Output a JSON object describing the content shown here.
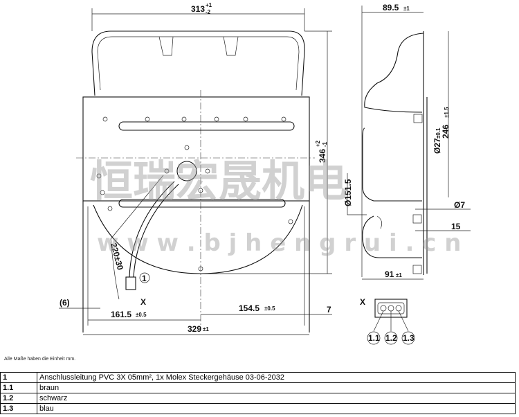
{
  "front_view": {
    "dim_width_top": "313",
    "dim_width_top_tol_upper": "+1",
    "dim_width_top_tol_lower": "-2",
    "dim_height": "346",
    "dim_height_tol_upper": "+2",
    "dim_height_tol_lower": "-1",
    "dim_cable_length": "220±30",
    "dim_left_offset": "(6)",
    "dim_left_half": "161.5",
    "dim_left_half_tol": "±0.5",
    "dim_right_half": "154.5",
    "dim_right_half_tol": "±0.5",
    "dim_right_offset": "7",
    "dim_total_width": "329",
    "dim_total_width_tol": "±1",
    "callout_cable": "1",
    "view_marker": "X"
  },
  "side_view": {
    "dim_depth_top": "89.5",
    "dim_depth_top_tol": "±1",
    "dim_height": "246",
    "dim_height_tol": "±1.5",
    "dim_hole": "Ø27",
    "dim_hole_tol": "±0.1",
    "dim_diameter": "Ø151.5",
    "dim_pin": "Ø7",
    "dim_pin_offset": "15",
    "dim_depth_bottom": "91",
    "dim_depth_bottom_tol": "±1"
  },
  "connector_view": {
    "label": "X",
    "pins": [
      "1.1",
      "1.2",
      "1.3"
    ]
  },
  "watermark": {
    "company": "恒瑞宏晟机电",
    "url": "w w w . b j h e n g r u i . c n"
  },
  "note": "Alle Maße haben die Einheit mm.",
  "parts_table": [
    {
      "id": "1",
      "description": "Anschlussleitung PVC 3X 05mm², 1x Molex Steckergehäuse 03-06-2032"
    },
    {
      "id": "1.1",
      "description": "braun"
    },
    {
      "id": "1.2",
      "description": "schwarz"
    },
    {
      "id": "1.3",
      "description": "blau"
    }
  ]
}
